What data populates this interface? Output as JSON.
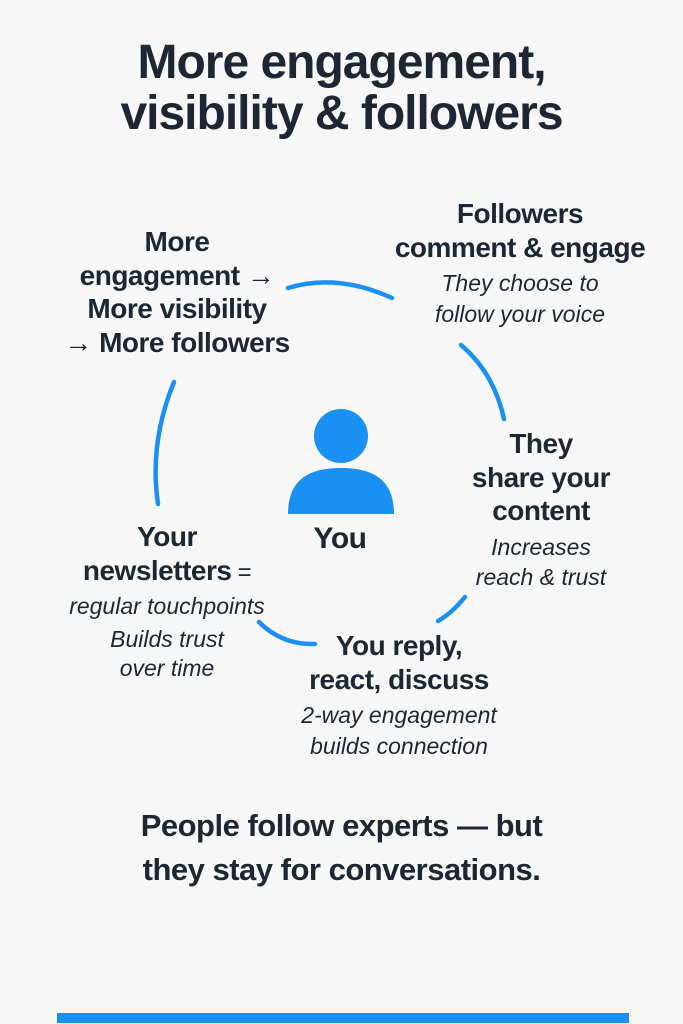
{
  "title": "More engagement,\nvisibility & followers",
  "center": {
    "label": "You"
  },
  "nodes": {
    "growth": {
      "heading": "More\nengagement →\nMore visibility\n→ More followers"
    },
    "followers": {
      "heading": "Followers\ncomment & engage",
      "note": "They choose to\nfollow your voice"
    },
    "share": {
      "heading": "They\nshare your\ncontent",
      "note": "Increases\nreach & trust"
    },
    "reply": {
      "heading": "You reply,\nreact, discuss",
      "note": "2-way engagement\nbuilds connection"
    },
    "newsletters": {
      "heading": "Your\nnewsletters",
      "heading_suffix": " =",
      "note": "regular touchpoints",
      "note2": "Builds trust\nover time"
    }
  },
  "footer": "People follow experts — but\nthey stay for conversations.",
  "icons": {
    "center": "person-icon"
  },
  "colors": {
    "accent_blue": "#1a91f2",
    "text_dark": "#1d2733",
    "background": "#f7f7f8"
  }
}
